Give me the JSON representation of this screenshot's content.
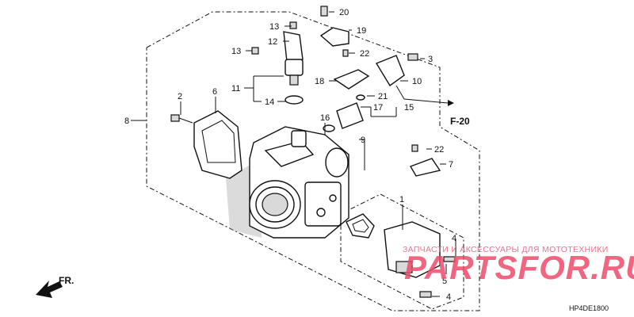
{
  "callouts": {
    "c1": "1",
    "c2": "2",
    "c3": "3",
    "c4a": "4",
    "c4b": "4",
    "c5": "5",
    "c6": "6",
    "c7": "7",
    "c8": "8",
    "c9": "9",
    "c10": "10",
    "c11": "11",
    "c12": "12",
    "c13a": "13",
    "c13b": "13",
    "c14": "14",
    "c15": "15",
    "c16": "16",
    "c17": "17",
    "c18": "18",
    "c19": "19",
    "c20": "20",
    "c21": "21",
    "c22a": "22",
    "c22b": "22"
  },
  "reference": "F-20",
  "direction": "FR.",
  "diagram_code": "HP4DE1800",
  "watermark": {
    "tagline": "ЗАПЧАСТИ И АКСЕССУАРЫ ДЛЯ МОТОТЕХНИКИ",
    "brand": "PARTSFOR.RU"
  }
}
